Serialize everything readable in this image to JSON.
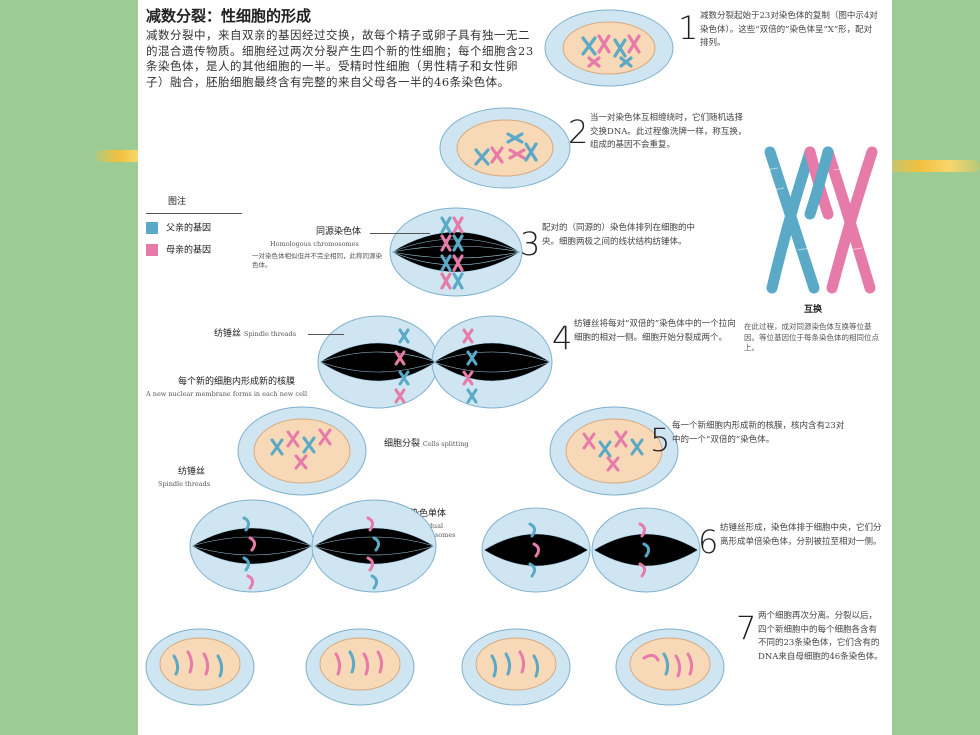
{
  "title": "减数分裂：性细胞的形成",
  "intro": "减数分裂中，来自双亲的基因经过交换，故每个精子或卵子具有独一无二的混合遗传物质。细胞经过两次分裂产生四个新的性细胞；每个细胞含23条染色体，是人的其他细胞的一半。受精时性细胞（男性精子和女性卵子）融合，胚胎细胞最终含有完整的来自父母各一半的46条染色体。",
  "legend": {
    "heading": "图注",
    "items": [
      {
        "label": "父亲的基因",
        "color": "#5aa9c6"
      },
      {
        "label": "母亲的基因",
        "color": "#e67aa8"
      }
    ]
  },
  "steps": [
    {
      "num": "1",
      "text": "减数分裂起始于23对染色体的复制（图中示4对染色体）。这些“双倍的”染色体呈“X”形，配对排列。"
    },
    {
      "num": "2",
      "text": "当一对染色体互相缠绕时，它们随机选择交换DNA。此过程像洗牌一样，称互换，组成的基因不会重复。"
    },
    {
      "num": "3",
      "text": "配对的（同源的）染色体排列在细胞的中央。细胞两极之间的线状结构纺锤体。"
    },
    {
      "num": "4",
      "text": "纺锤丝将每对“双倍的”染色体中的一个拉向细胞的相对一侧。细胞开始分裂成两个。"
    },
    {
      "num": "5",
      "text": "每一个新细胞内形成新的核膜，核内含有23对中的一个“双倍的”染色体。"
    },
    {
      "num": "6",
      "text": "纺锤丝形成，染色体排于细胞中央，它们分离形成单倍染色体，分别被拉至相对一侧。"
    },
    {
      "num": "7",
      "text": "两个细胞再次分离。分裂以后，四个新细胞中的每个细胞各含有不同的23条染色体，它们含有的DNA来自母细胞的46条染色体。"
    }
  ],
  "labels": {
    "homologous_cn": "同源染色体",
    "homologous_en": "Homologous chromosomes",
    "homologous_note": "一对染色体相似但并不完全相同，此称同源染色体。",
    "spindle_cn": "纺锤丝",
    "spindle_en": "Spindle threads",
    "membrane_cn": "每个新的细胞内形成新的核膜",
    "membrane_en": "A new nuclear membrane forms in each new cell",
    "splitting_cn": "细胞分裂",
    "splitting_en": "Cells splitting",
    "spindle2_cn": "纺锤丝",
    "spindle2_en": "Spindle threads",
    "individual_cn": "染色单体",
    "individual_en": "Individual chromosomes",
    "crossover_title": "互换",
    "crossover_text": "在此过程，成对同源染色体互换等位基因。等位基因位于每条染色体的相同位点上。"
  },
  "colors": {
    "father": "#5aa9c6",
    "mother": "#e67aa8",
    "cell_fill": "#cfe6f2",
    "nucleus_fill": "#f7d9b8"
  }
}
